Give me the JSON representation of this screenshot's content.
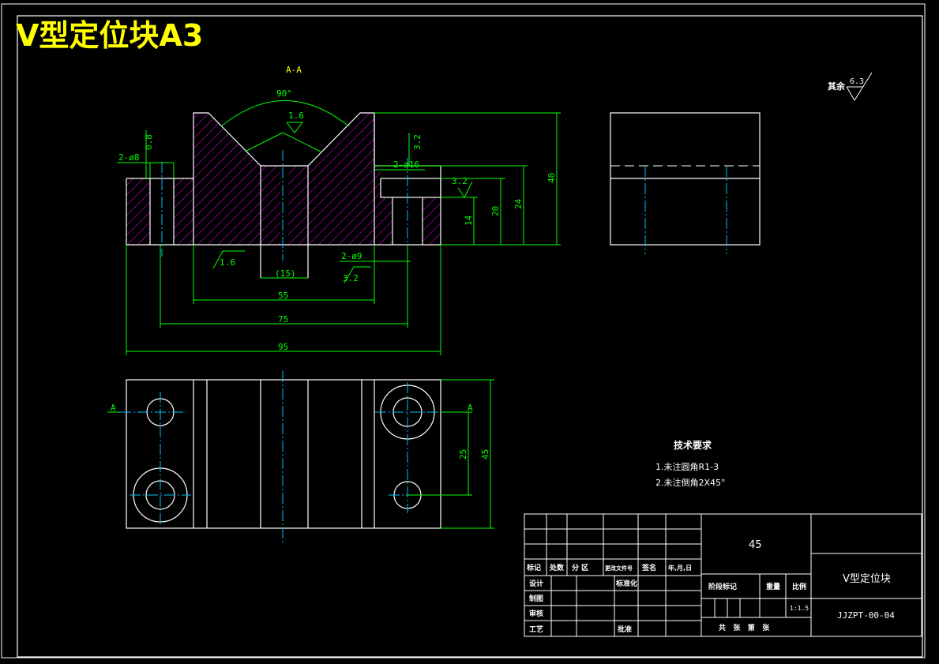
{
  "title": "V型定位块A3",
  "section_label": "A-A",
  "dims": {
    "angle": "90°",
    "rough_v": "1.6",
    "rough_left_hole": "0.8",
    "rough_right_hole": "3.2",
    "rough_counterbore": "3.2",
    "rough_bottom": "1.6",
    "rough_small_hole": "3.2",
    "hole_small": "2-ø8",
    "counterbore": "2-ø16",
    "hole_through": "2-ø9",
    "slot": "(15)",
    "w55": "55",
    "w75": "75",
    "w95": "95",
    "h40": "40",
    "h24": "24",
    "h20": "20",
    "h14": "14",
    "d25": "25",
    "d45": "45",
    "plan_section_left": "A",
    "plan_section_right": "A"
  },
  "roughness_other": {
    "label": "其余",
    "value": "6.3"
  },
  "tech_req": {
    "heading": "技术要求",
    "items": [
      "1.未注圆角R1-3",
      "2.未注倒角2X45°"
    ]
  },
  "title_block": {
    "material": "45",
    "part_name": "V型定位块",
    "drawing_no": "JJZPT-00-04",
    "scale": "1:1.5",
    "headers": [
      "标记",
      "处数",
      "分 区",
      "更改文件号",
      "签名",
      "年,月,日"
    ],
    "roles": [
      "设计",
      "制图",
      "审核",
      "工艺"
    ],
    "standardize": "标准化",
    "approve": "批准",
    "stage_mark": "阶段标记",
    "weight": "重量",
    "scale_label": "比例",
    "sheets": "共   张   第   张"
  },
  "colors": {
    "background": "#000000",
    "outline": "#ffffff",
    "dimension": "#00ff00",
    "hatch": "#ff00ff",
    "centerline": "#00bfff",
    "title": "#ffff00"
  }
}
